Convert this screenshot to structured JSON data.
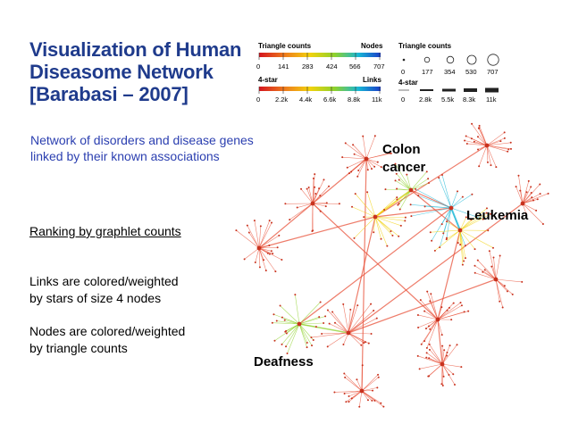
{
  "title": {
    "line1": "Visualization of Human",
    "line2": "Diseasome Network",
    "line3": "[Barabasi – 2007]"
  },
  "subtitle": {
    "line1": "Network of disorders and disease genes",
    "line2": "linked by their known associations"
  },
  "notes": {
    "ranking": "Ranking by graphlet counts",
    "links_line1": "Links are colored/weighted",
    "links_line2": "by stars of size 4 nodes",
    "nodes_line1": "Nodes are colored/weighted",
    "nodes_line2": "by triangle counts"
  },
  "legend": {
    "triangle_color": {
      "title": "Triangle counts",
      "right_label": "Nodes",
      "ticks": [
        "0",
        "141",
        "283",
        "424",
        "566",
        "707"
      ]
    },
    "star_color": {
      "title": "4-star",
      "right_label": "Links",
      "ticks": [
        "0",
        "2.2k",
        "4.4k",
        "6.6k",
        "8.8k",
        "11k"
      ]
    },
    "triangle_size": {
      "title": "Triangle counts",
      "ticks": [
        "0",
        "177",
        "354",
        "530",
        "707"
      ]
    },
    "star_width": {
      "title": "4-star",
      "ticks": [
        "0",
        "2.8k",
        "5.5k",
        "8.3k",
        "11k"
      ]
    },
    "gradient_colors": [
      "#d4141e",
      "#ee7f1c",
      "#f2d20c",
      "#8fd12c",
      "#18b6d6",
      "#1a3ec8"
    ]
  },
  "labels": {
    "colon_line1": "Colon",
    "colon_line2": "cancer",
    "leukemia": "Leukemia",
    "deafness": "Deafness"
  },
  "colors": {
    "title": "#1f3b8c",
    "subtitle": "#2b3fb0",
    "edge_default": "#e8513a",
    "edge_green": "#8fd12c",
    "edge_yellow": "#f2d20c",
    "edge_cyan": "#18b6d6",
    "node": "#c8321e"
  }
}
